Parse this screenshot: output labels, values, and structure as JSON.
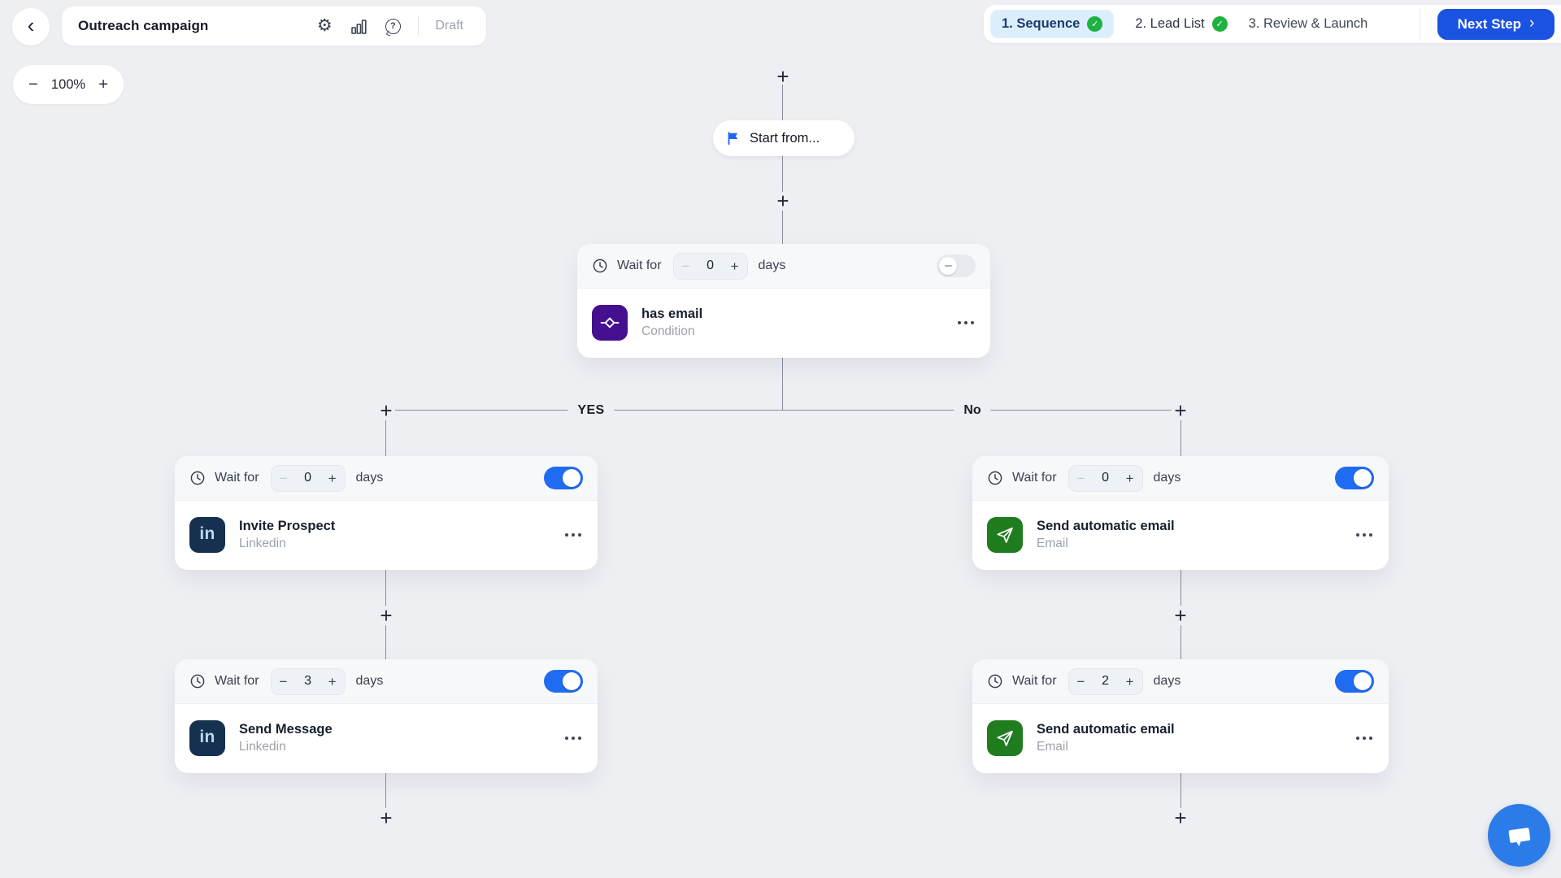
{
  "header": {
    "title": "Outreach campaign",
    "status": "Draft",
    "steps": [
      {
        "label": "1. Sequence",
        "completed": true,
        "active": true
      },
      {
        "label": "2. Lead List",
        "completed": true,
        "active": false
      },
      {
        "label": "3. Review & Launch",
        "completed": false,
        "active": false
      }
    ],
    "next_step": "Next Step"
  },
  "zoom_control": {
    "level": "100%"
  },
  "flow": {
    "labels": {
      "start": "Start from...",
      "wait_prefix": "Wait for",
      "wait_suffix": "days",
      "yes": "YES",
      "no": "No"
    },
    "condition": {
      "wait_value": "0",
      "title": "has email",
      "subtitle": "Condition",
      "toggle_on": false
    },
    "yes_branch": [
      {
        "wait_value": "0",
        "title": "Invite Prospect",
        "subtitle": "Linkedin",
        "icon": "linkedin",
        "toggle_on": true
      },
      {
        "wait_value": "3",
        "title": "Send Message",
        "subtitle": "Linkedin",
        "icon": "linkedin",
        "toggle_on": true
      }
    ],
    "no_branch": [
      {
        "wait_value": "0",
        "title": "Send automatic email",
        "subtitle": "Email",
        "icon": "email",
        "toggle_on": true
      },
      {
        "wait_value": "2",
        "title": "Send automatic email",
        "subtitle": "Email",
        "icon": "email",
        "toggle_on": true
      }
    ]
  },
  "icons": {
    "back": "‹",
    "gear": "⚙",
    "analytics": "bar-chart",
    "help": "?",
    "check": "✓",
    "plus": "+",
    "minus": "−",
    "chevron_right": "›",
    "linkedin": "in",
    "clock": "clock",
    "flag": "flag",
    "condition": "diamond",
    "send": "paper-plane",
    "more": "dots",
    "chat": "chat-bubble"
  },
  "colors": {
    "canvas_bg": "#edeff3",
    "accent_toggle_blue": "#1f6bf2",
    "button_blue": "#1a52e1",
    "active_step_bg": "#dceefc",
    "active_step_text": "#1d3a70",
    "check_green": "#1fb141",
    "email_green": "#1f7d20",
    "condition_purple": "#45108f",
    "linkedin_navy": "#15314f",
    "chat_blue": "#2b7ce9"
  }
}
